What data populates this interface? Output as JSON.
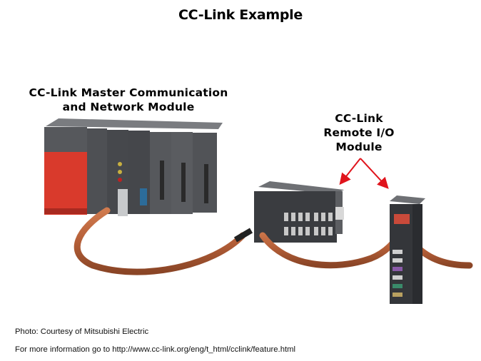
{
  "slide": {
    "title": "CC-Link Example",
    "labels": {
      "master_line1": "CC-Link Master Communication",
      "master_line2": "and Network Module",
      "remote_line1": "CC-Link",
      "remote_line2": "Remote I/O",
      "remote_line3": "Module"
    },
    "footer": {
      "photo_credit": "Photo: Courtesy of Mitsubishi Electric",
      "more_info": "For more information go to http://www.cc-link.org/eng/t_html/cclink/feature.html"
    },
    "colors": {
      "arrow": "#e0141c",
      "cable": "#b8653e",
      "module_body": "#4a4c50",
      "power_supply": "#d93a2c"
    }
  }
}
